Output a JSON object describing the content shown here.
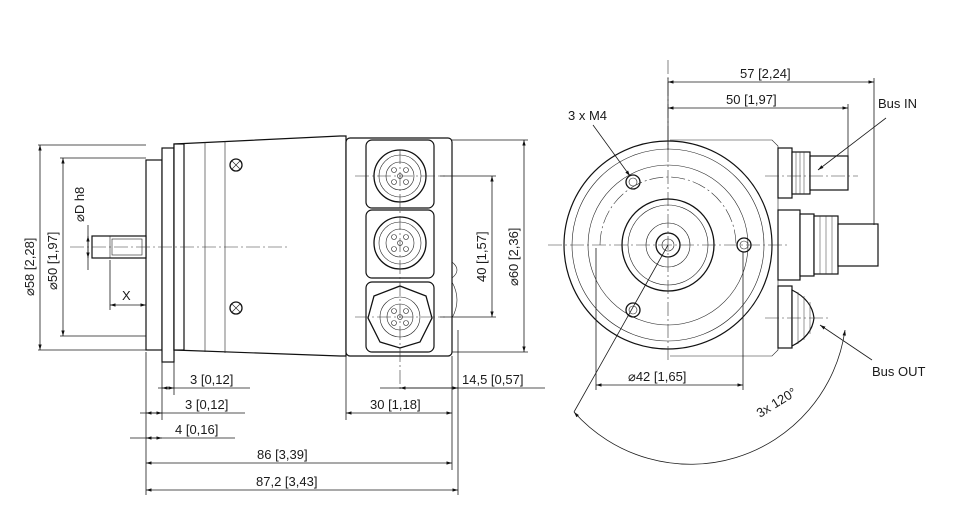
{
  "side_view": {
    "dims": {
      "d58": "⌀58 [2,28]",
      "d50": "⌀50 [1,97]",
      "dD": "⌀D h8",
      "x": "X",
      "d40": "40 [1,57]",
      "d60": "⌀60 [2,36]",
      "l3a": "3 [0,12]",
      "l3b": "3 [0,12]",
      "l4": "4 [0,16]",
      "l145": "14,5 [0,57]",
      "l30": "30 [1,18]",
      "l86": "86 [3,39]",
      "l872": "87,2 [3,43]"
    }
  },
  "front_view": {
    "dims": {
      "w57": "57 [2,24]",
      "w50": "50 [1,97]",
      "holes": "3 x M4",
      "d42": "⌀42 [1,65]",
      "angle": "3x 120°"
    },
    "labels": {
      "bus_in": "Bus IN",
      "bus_out": "Bus OUT"
    }
  }
}
